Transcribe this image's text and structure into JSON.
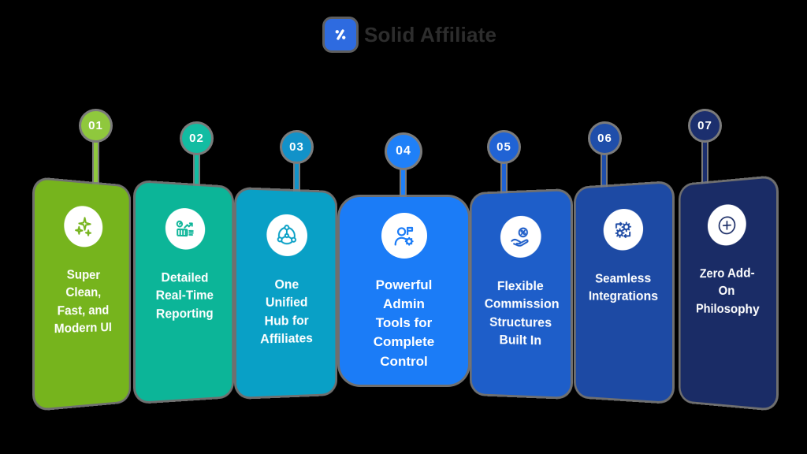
{
  "background_color": "#000000",
  "logo": {
    "brand": "Solid Affiliate",
    "icon": "percent-logo-icon",
    "icon_bg_color": "#2e6be0",
    "text_color": "#2d2d2d"
  },
  "cards": [
    {
      "number": "01",
      "title": "Super Clean, Fast, and Modern UI",
      "icon": "sparkles-icon",
      "card_color": "#76b41d",
      "badge_color": "#8fc83d"
    },
    {
      "number": "02",
      "title": "Detailed Real-Time Reporting",
      "icon": "report-chart-icon",
      "card_color": "#0cb598",
      "badge_color": "#12bca2"
    },
    {
      "number": "03",
      "title": "One Unified Hub for Affiliates",
      "icon": "hub-network-icon",
      "card_color": "#09a0c6",
      "badge_color": "#1292c9"
    },
    {
      "number": "04",
      "title": "Powerful Admin Tools for Complete Control",
      "icon": "admin-tools-icon",
      "card_color": "#1b7cf7",
      "badge_color": "#1f80f8"
    },
    {
      "number": "05",
      "title": "Flexible Commission Structures Built In",
      "icon": "commission-hand-icon",
      "card_color": "#1e5ec9",
      "badge_color": "#2063d4"
    },
    {
      "number": "06",
      "title": "Seamless Integrations",
      "icon": "sync-gears-icon",
      "card_color": "#1d4aa4",
      "badge_color": "#1f4eaa"
    },
    {
      "number": "07",
      "title": "Zero Add-On Philosophy",
      "icon": "circle-plus-icon",
      "card_color": "#1a2c66",
      "badge_color": "#1c2f6e"
    }
  ]
}
